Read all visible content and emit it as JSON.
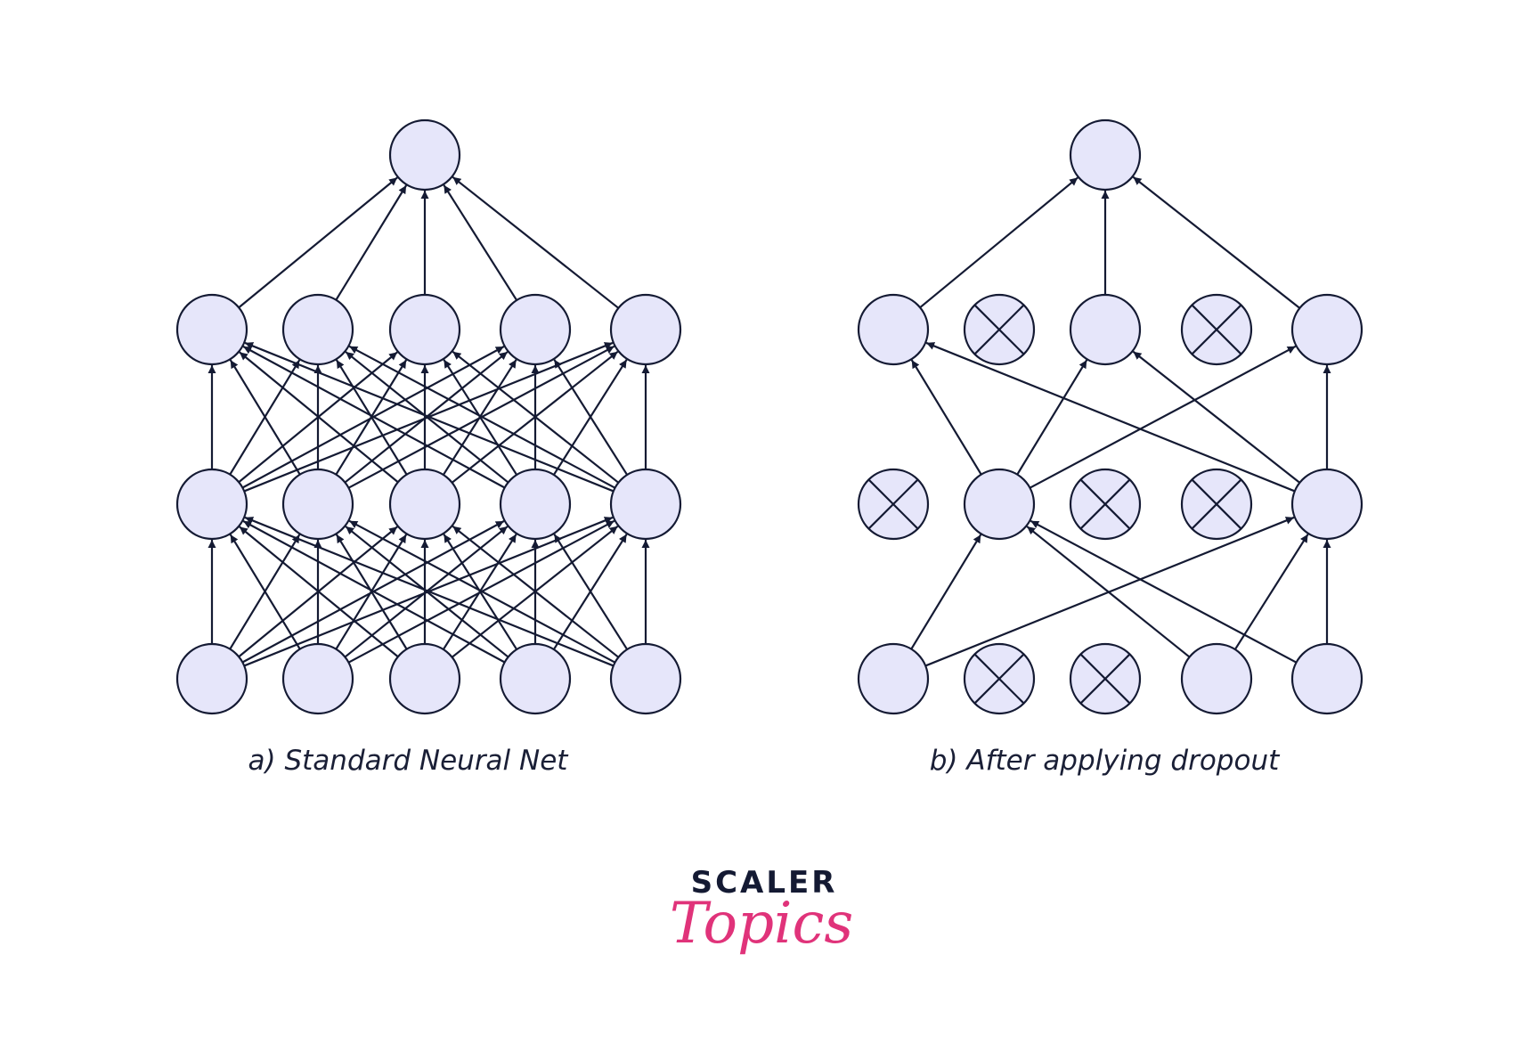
{
  "colors": {
    "node_fill": "#e6e6fa",
    "stroke": "#141a33",
    "brand_dark": "#141a33",
    "brand_accent": "#e0337a"
  },
  "networks": [
    {
      "id": "standard",
      "caption": "a)  Standard Neural Net",
      "layers": [
        {
          "dropped": [
            false,
            false,
            false,
            false,
            false
          ]
        },
        {
          "dropped": [
            false,
            false,
            false,
            false,
            false
          ]
        },
        {
          "dropped": [
            false,
            false,
            false,
            false,
            false
          ]
        },
        {
          "dropped": [
            false
          ]
        }
      ],
      "edges": [
        [
          [
            0,
            0
          ],
          [
            1,
            0
          ]
        ],
        [
          [
            0,
            0
          ],
          [
            1,
            1
          ]
        ],
        [
          [
            0,
            0
          ],
          [
            1,
            2
          ]
        ],
        [
          [
            0,
            0
          ],
          [
            1,
            3
          ]
        ],
        [
          [
            0,
            0
          ],
          [
            1,
            4
          ]
        ],
        [
          [
            0,
            1
          ],
          [
            1,
            0
          ]
        ],
        [
          [
            0,
            1
          ],
          [
            1,
            1
          ]
        ],
        [
          [
            0,
            1
          ],
          [
            1,
            2
          ]
        ],
        [
          [
            0,
            1
          ],
          [
            1,
            3
          ]
        ],
        [
          [
            0,
            1
          ],
          [
            1,
            4
          ]
        ],
        [
          [
            0,
            2
          ],
          [
            1,
            0
          ]
        ],
        [
          [
            0,
            2
          ],
          [
            1,
            1
          ]
        ],
        [
          [
            0,
            2
          ],
          [
            1,
            2
          ]
        ],
        [
          [
            0,
            2
          ],
          [
            1,
            3
          ]
        ],
        [
          [
            0,
            2
          ],
          [
            1,
            4
          ]
        ],
        [
          [
            0,
            3
          ],
          [
            1,
            0
          ]
        ],
        [
          [
            0,
            3
          ],
          [
            1,
            1
          ]
        ],
        [
          [
            0,
            3
          ],
          [
            1,
            2
          ]
        ],
        [
          [
            0,
            3
          ],
          [
            1,
            3
          ]
        ],
        [
          [
            0,
            3
          ],
          [
            1,
            4
          ]
        ],
        [
          [
            0,
            4
          ],
          [
            1,
            0
          ]
        ],
        [
          [
            0,
            4
          ],
          [
            1,
            1
          ]
        ],
        [
          [
            0,
            4
          ],
          [
            1,
            2
          ]
        ],
        [
          [
            0,
            4
          ],
          [
            1,
            3
          ]
        ],
        [
          [
            0,
            4
          ],
          [
            1,
            4
          ]
        ],
        [
          [
            1,
            0
          ],
          [
            2,
            0
          ]
        ],
        [
          [
            1,
            0
          ],
          [
            2,
            1
          ]
        ],
        [
          [
            1,
            0
          ],
          [
            2,
            2
          ]
        ],
        [
          [
            1,
            0
          ],
          [
            2,
            3
          ]
        ],
        [
          [
            1,
            0
          ],
          [
            2,
            4
          ]
        ],
        [
          [
            1,
            1
          ],
          [
            2,
            0
          ]
        ],
        [
          [
            1,
            1
          ],
          [
            2,
            1
          ]
        ],
        [
          [
            1,
            1
          ],
          [
            2,
            2
          ]
        ],
        [
          [
            1,
            1
          ],
          [
            2,
            3
          ]
        ],
        [
          [
            1,
            1
          ],
          [
            2,
            4
          ]
        ],
        [
          [
            1,
            2
          ],
          [
            2,
            0
          ]
        ],
        [
          [
            1,
            2
          ],
          [
            2,
            1
          ]
        ],
        [
          [
            1,
            2
          ],
          [
            2,
            2
          ]
        ],
        [
          [
            1,
            2
          ],
          [
            2,
            3
          ]
        ],
        [
          [
            1,
            2
          ],
          [
            2,
            4
          ]
        ],
        [
          [
            1,
            3
          ],
          [
            2,
            0
          ]
        ],
        [
          [
            1,
            3
          ],
          [
            2,
            1
          ]
        ],
        [
          [
            1,
            3
          ],
          [
            2,
            2
          ]
        ],
        [
          [
            1,
            3
          ],
          [
            2,
            3
          ]
        ],
        [
          [
            1,
            3
          ],
          [
            2,
            4
          ]
        ],
        [
          [
            1,
            4
          ],
          [
            2,
            0
          ]
        ],
        [
          [
            1,
            4
          ],
          [
            2,
            1
          ]
        ],
        [
          [
            1,
            4
          ],
          [
            2,
            2
          ]
        ],
        [
          [
            1,
            4
          ],
          [
            2,
            3
          ]
        ],
        [
          [
            1,
            4
          ],
          [
            2,
            4
          ]
        ],
        [
          [
            2,
            0
          ],
          [
            3,
            0
          ]
        ],
        [
          [
            2,
            1
          ],
          [
            3,
            0
          ]
        ],
        [
          [
            2,
            2
          ],
          [
            3,
            0
          ]
        ],
        [
          [
            2,
            3
          ],
          [
            3,
            0
          ]
        ],
        [
          [
            2,
            4
          ],
          [
            3,
            0
          ]
        ]
      ]
    },
    {
      "id": "dropout",
      "caption": "b) After applying dropout",
      "layers": [
        {
          "dropped": [
            false,
            true,
            true,
            false,
            false
          ]
        },
        {
          "dropped": [
            true,
            false,
            true,
            true,
            false
          ]
        },
        {
          "dropped": [
            false,
            true,
            false,
            true,
            false
          ]
        },
        {
          "dropped": [
            false
          ]
        }
      ],
      "edges": [
        [
          [
            0,
            0
          ],
          [
            1,
            1
          ]
        ],
        [
          [
            0,
            0
          ],
          [
            1,
            4
          ]
        ],
        [
          [
            0,
            3
          ],
          [
            1,
            1
          ]
        ],
        [
          [
            0,
            3
          ],
          [
            1,
            4
          ]
        ],
        [
          [
            0,
            4
          ],
          [
            1,
            1
          ]
        ],
        [
          [
            0,
            4
          ],
          [
            1,
            4
          ]
        ],
        [
          [
            1,
            1
          ],
          [
            2,
            0
          ]
        ],
        [
          [
            1,
            1
          ],
          [
            2,
            2
          ]
        ],
        [
          [
            1,
            1
          ],
          [
            2,
            4
          ]
        ],
        [
          [
            1,
            4
          ],
          [
            2,
            0
          ]
        ],
        [
          [
            1,
            4
          ],
          [
            2,
            2
          ]
        ],
        [
          [
            1,
            4
          ],
          [
            2,
            4
          ]
        ],
        [
          [
            2,
            0
          ],
          [
            3,
            0
          ]
        ],
        [
          [
            2,
            2
          ],
          [
            3,
            0
          ]
        ],
        [
          [
            2,
            4
          ],
          [
            3,
            0
          ]
        ]
      ]
    }
  ],
  "brand": {
    "top": "SCALER",
    "bottom": "Topics"
  }
}
